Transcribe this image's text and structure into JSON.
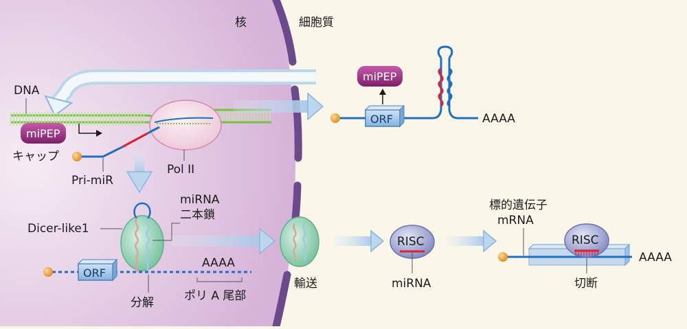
{
  "labels": {
    "nucleus": "核",
    "cytoplasm": "細胞質",
    "dna": "DNA",
    "cap": "キャップ",
    "pri_mir": "Pri-miR",
    "pol_ii": "Pol II",
    "mipep_left": "miPEP",
    "mipep_right": "miPEP",
    "mirna_duplex": [
      "miRNA",
      "二本鎖"
    ],
    "dicer": "Dicer-like1",
    "orf_left": "ORF",
    "orf_right": "ORF",
    "aaaa_right_top": "AAAA",
    "aaaa_left": "AAAA",
    "degradation": "分解",
    "polya_tail": "ポリ A 尾部",
    "transport": "輸送",
    "risc_mid": "RISC",
    "mirna_bottom": "miRNA",
    "target_mrna": [
      "標的遺伝子",
      "mRNA"
    ],
    "risc_right": "RISC",
    "aaaa_right_bottom": "AAAA",
    "cleavage": "切断"
  },
  "colors": {
    "background": "#fbf6ea",
    "nucleus": "#dfc3e0",
    "membrane": "#6b4a8c",
    "dna": "#7ac043",
    "rna_blue": "#1f6fc0",
    "rna_red": "#e0202e",
    "mipep": "#9c2f84",
    "orf": "#9ec3e6",
    "polii": "#f4d9e4",
    "dicer": "#8fd1b4",
    "risc": "#9aa2cf",
    "cap": "#f0a83c",
    "arrow": "#a9c8e8"
  }
}
